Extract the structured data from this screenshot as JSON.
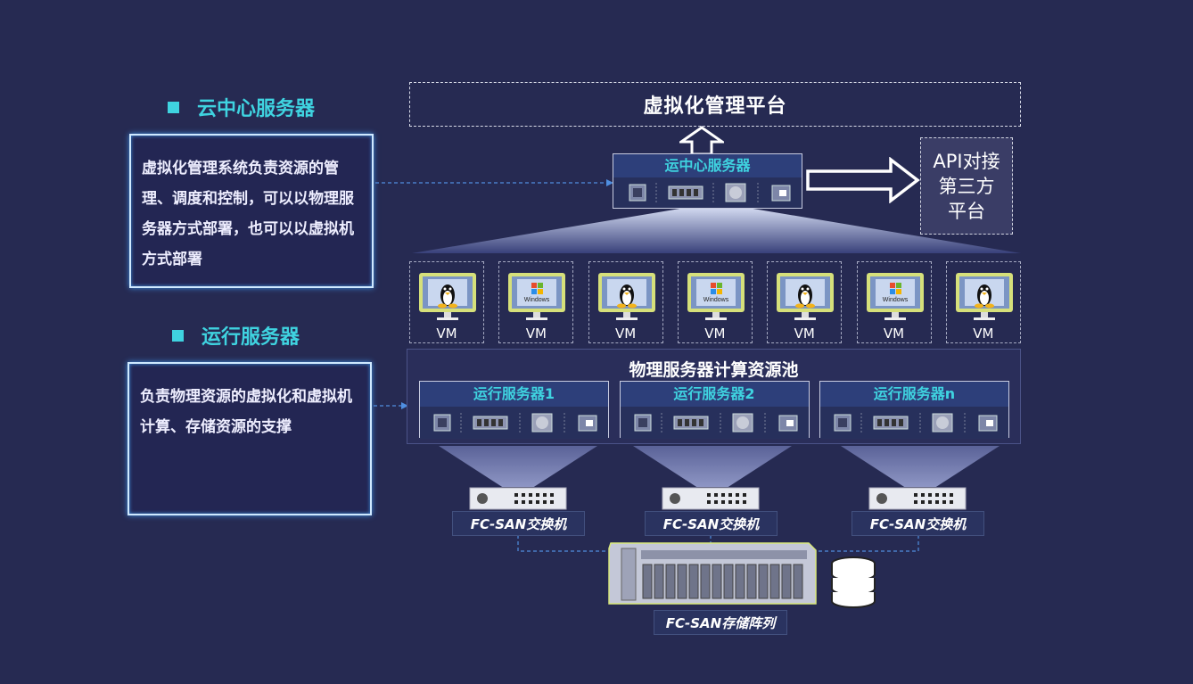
{
  "left": {
    "cloud_title": "云中心服务器",
    "cloud_desc": "虚拟化管理系统负责资源的管理、调度和控制，可以以物理服务器方式部署，也可以以虚拟机方式部署",
    "run_title": "运行服务器",
    "run_desc": "负责物理资源的虚拟化和虚拟机计算、存储资源的支撑"
  },
  "platform_title": "虚拟化管理平台",
  "cloud_server_name": "运中心服务器",
  "api_text": "API对接第三方平台",
  "vms": [
    {
      "os": "linux",
      "label": "VM"
    },
    {
      "os": "windows",
      "label": "VM",
      "os_text": "Windows"
    },
    {
      "os": "linux",
      "label": "VM"
    },
    {
      "os": "windows",
      "label": "VM",
      "os_text": "Windows"
    },
    {
      "os": "linux",
      "label": "VM"
    },
    {
      "os": "windows",
      "label": "VM",
      "os_text": "Windows"
    },
    {
      "os": "linux",
      "label": "VM"
    }
  ],
  "pool_title": "物理服务器计算资源池",
  "run_servers": [
    "运行服务器1",
    "运行服务器2",
    "运行服务器n"
  ],
  "switches": [
    "FC-SAN交换机",
    "FC-SAN交换机",
    "FC-SAN交换机"
  ],
  "storage_label": "FC-SAN存储阵列",
  "colors": {
    "background": "#262a52",
    "accent": "#3fd3e0",
    "server_header": "#2d3f7a"
  }
}
